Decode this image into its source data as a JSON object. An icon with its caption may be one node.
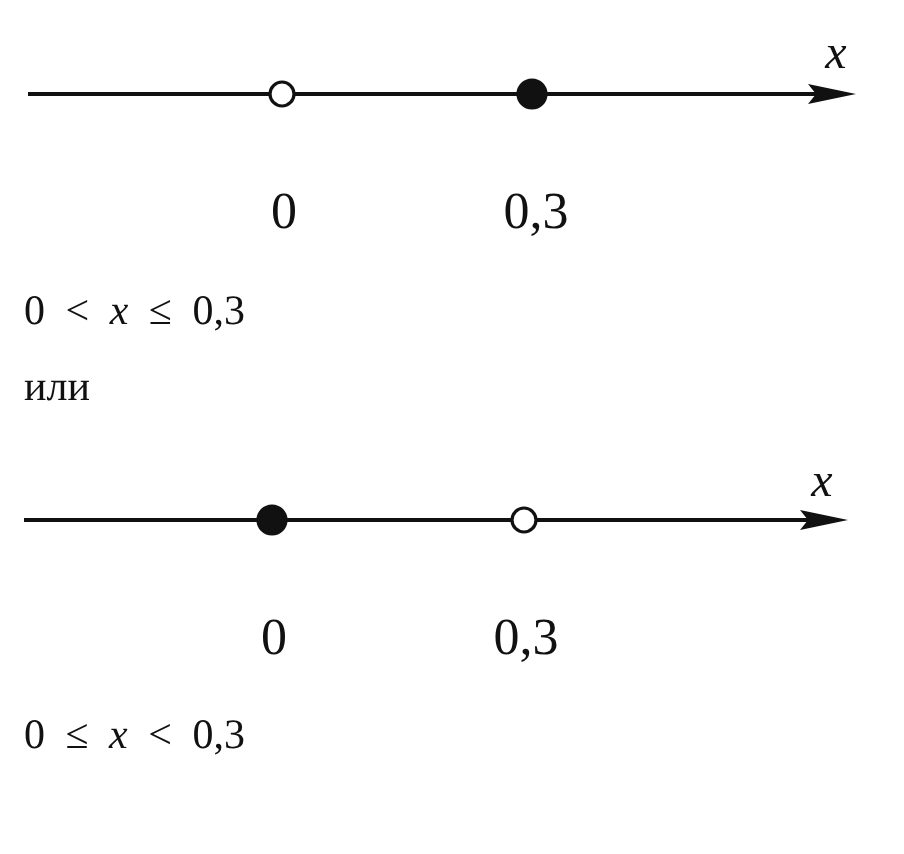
{
  "diagram": {
    "nodes": [
      {
        "text": [],
        "shape": "circle",
        "beside": [
          "0"
        ]
      },
      {
        "text": [],
        "shape": "dot",
        "beside": [
          "0,3"
        ]
      },
      {
        "text": [],
        "shape": "dot",
        "beside": [
          "0"
        ]
      },
      {
        "text": [],
        "shape": "circle",
        "beside": [
          "0,3"
        ]
      }
    ],
    "edges": [],
    "labels": [
      "x",
      "0 < *x* ≤ 0,3",
      "или",
      "x",
      "0 ≤ *x* < 0,3"
    ]
  }
}
